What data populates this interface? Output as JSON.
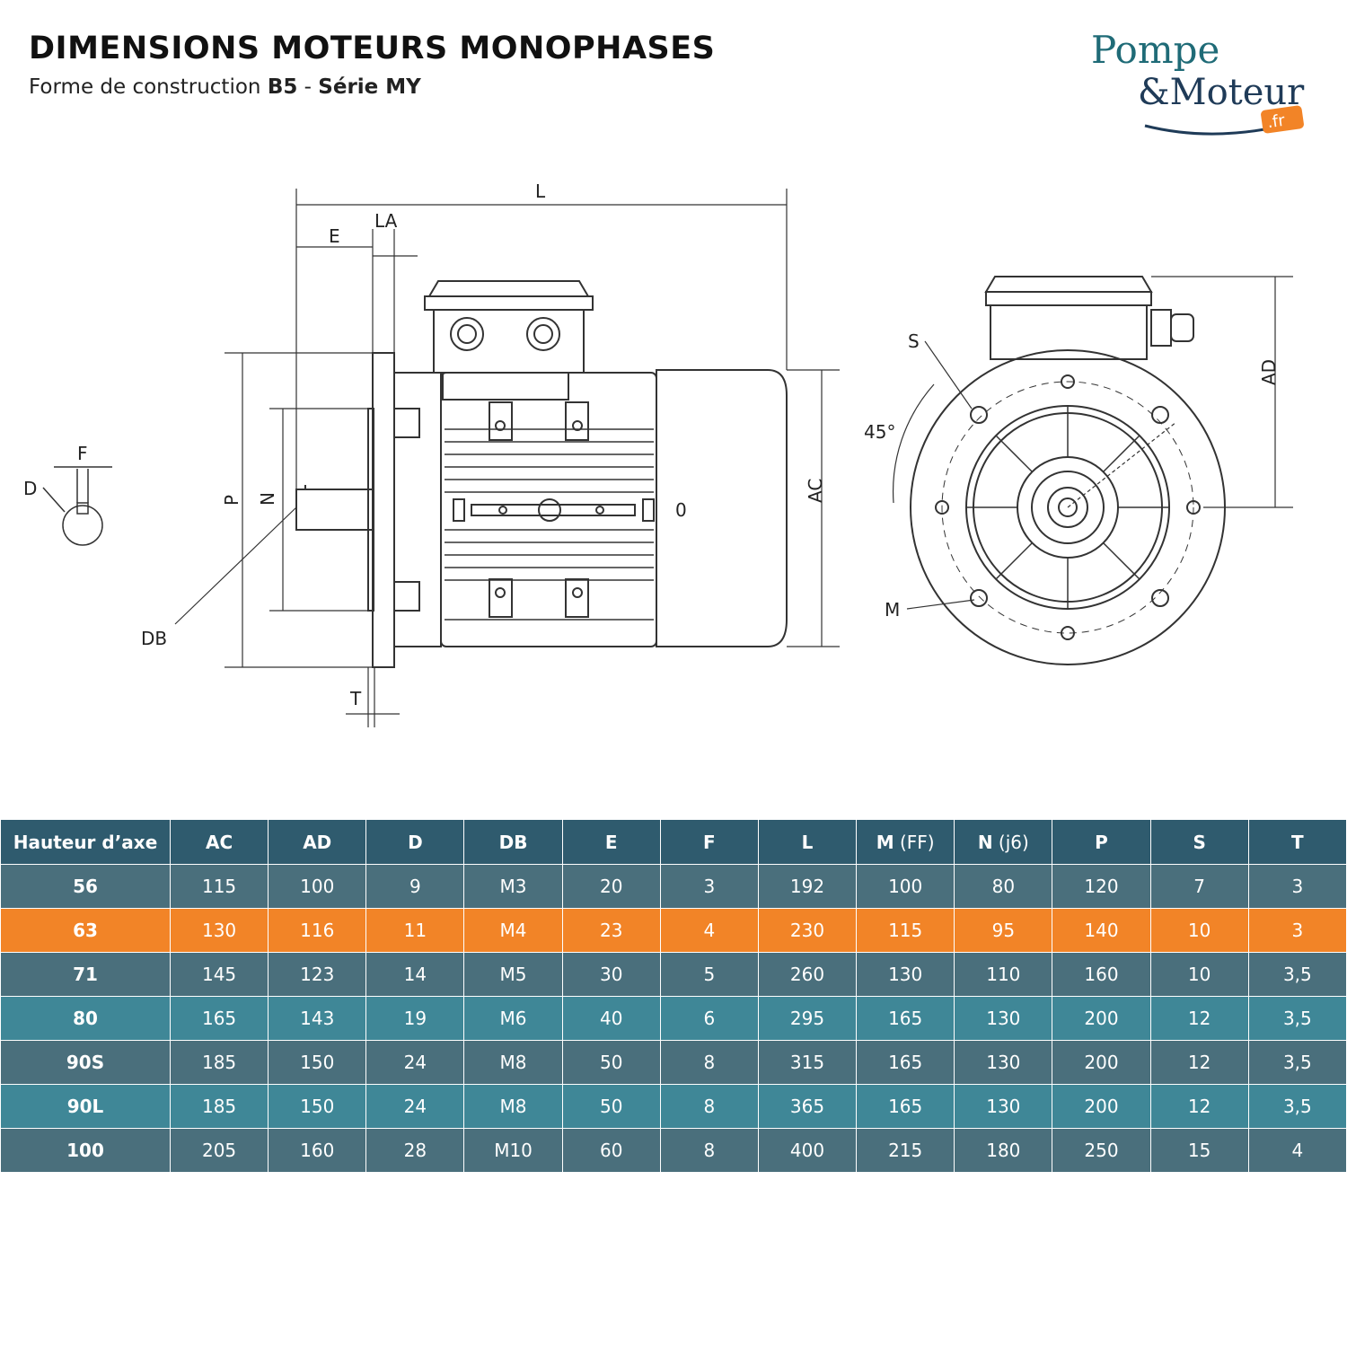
{
  "header": {
    "title": "DIMENSIONS MOTEURS MONOPHASES",
    "subtitle_prefix": "Forme de construction ",
    "subtitle_bold_1": "B5",
    "subtitle_mid": " - ",
    "subtitle_bold_2": "Série MY"
  },
  "logo": {
    "line1": "Pompe",
    "line2": "&Moteur",
    "badge": ".fr",
    "colors": {
      "teal": "#1f6b77",
      "navy": "#1f3b58",
      "orange": "#f28427"
    }
  },
  "diagram": {
    "labels": {
      "L": "L",
      "E": "E",
      "LA": "LA",
      "P": "P",
      "N": "N",
      "DB": "DB",
      "T": "T",
      "AC": "AC",
      "AD": "AD",
      "zero": "0",
      "F": "F",
      "D": "D",
      "S": "S",
      "M": "M",
      "angle": "45°"
    }
  },
  "table": {
    "headers": [
      {
        "main": "Hauteur d’axe",
        "sub": ""
      },
      {
        "main": "AC",
        "sub": ""
      },
      {
        "main": "AD",
        "sub": ""
      },
      {
        "main": "D",
        "sub": ""
      },
      {
        "main": "DB",
        "sub": ""
      },
      {
        "main": "E",
        "sub": ""
      },
      {
        "main": "F",
        "sub": ""
      },
      {
        "main": "L",
        "sub": ""
      },
      {
        "main": "M",
        "sub": " (FF)"
      },
      {
        "main": "N",
        "sub": " (j6)"
      },
      {
        "main": "P",
        "sub": ""
      },
      {
        "main": "S",
        "sub": ""
      },
      {
        "main": "T",
        "sub": ""
      }
    ],
    "rows": [
      {
        "style": "dark",
        "cells": [
          "56",
          "115",
          "100",
          "9",
          "M3",
          "20",
          "3",
          "192",
          "100",
          "80",
          "120",
          "7",
          "3"
        ]
      },
      {
        "style": "hi",
        "cells": [
          "63",
          "130",
          "116",
          "11",
          "M4",
          "23",
          "4",
          "230",
          "115",
          "95",
          "140",
          "10",
          "3"
        ]
      },
      {
        "style": "dark",
        "cells": [
          "71",
          "145",
          "123",
          "14",
          "M5",
          "30",
          "5",
          "260",
          "130",
          "110",
          "160",
          "10",
          "3,5"
        ]
      },
      {
        "style": "light",
        "cells": [
          "80",
          "165",
          "143",
          "19",
          "M6",
          "40",
          "6",
          "295",
          "165",
          "130",
          "200",
          "12",
          "3,5"
        ]
      },
      {
        "style": "dark",
        "cells": [
          "90S",
          "185",
          "150",
          "24",
          "M8",
          "50",
          "8",
          "315",
          "165",
          "130",
          "200",
          "12",
          "3,5"
        ]
      },
      {
        "style": "light",
        "cells": [
          "90L",
          "185",
          "150",
          "24",
          "M8",
          "50",
          "8",
          "365",
          "165",
          "130",
          "200",
          "12",
          "3,5"
        ]
      },
      {
        "style": "dark",
        "cells": [
          "100",
          "205",
          "160",
          "28",
          "M10",
          "60",
          "8",
          "400",
          "215",
          "180",
          "250",
          "15",
          "4"
        ]
      }
    ]
  }
}
